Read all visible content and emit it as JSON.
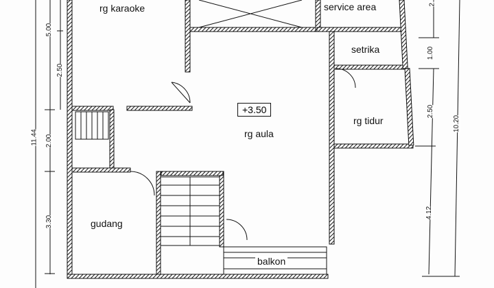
{
  "rooms": {
    "karaoke": "rg karaoke",
    "service": "service area",
    "setrika": "setrika",
    "tidur": "rg tidur",
    "aula": "rg aula",
    "gudang": "gudang",
    "balkon": "balkon"
  },
  "elevation": "+3.50",
  "dimensions_left": {
    "total": "11.44",
    "d1": "5.00",
    "d2": "2.50",
    "d3": "2.00",
    "d4": "3.30"
  },
  "dimensions_right": {
    "total": "10.20",
    "d0": "2.",
    "d1": "1.00",
    "d2": "2.50",
    "d3": "4.12"
  }
}
